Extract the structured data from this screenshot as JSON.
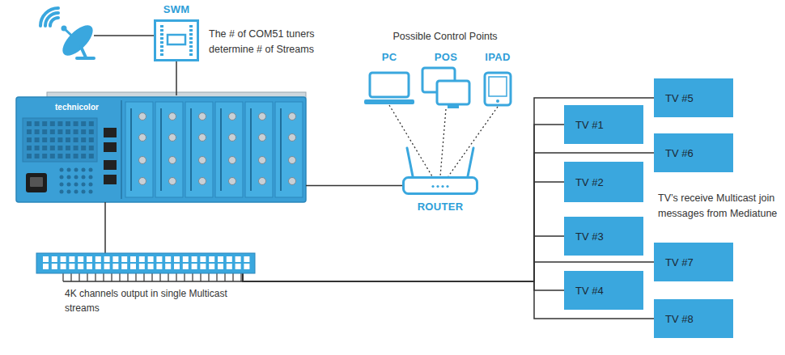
{
  "diagram": {
    "nodes": [
      {
        "text": [
          "SWM"
        ]
      },
      {
        "text": [
          "PC"
        ]
      },
      {
        "text": [
          "POS"
        ]
      },
      {
        "text": [
          "IPAD"
        ]
      },
      {
        "text": [
          "technicolor"
        ]
      },
      {
        "text": [
          "ROUTER"
        ]
      },
      {
        "text": [
          "4K channels output in single Multicast streams"
        ]
      },
      {
        "text": [
          "TV #1"
        ]
      },
      {
        "text": [
          "TV #2"
        ]
      },
      {
        "text": [
          "TV #3"
        ]
      },
      {
        "text": [
          "TV #4"
        ]
      },
      {
        "text": [
          "TV #5"
        ]
      },
      {
        "text": [
          "TV #6"
        ]
      },
      {
        "text": [
          "TV #7"
        ]
      },
      {
        "text": [
          "TV #8"
        ]
      }
    ],
    "edges": [
      {
        "from": 0,
        "to": 4,
        "arrow": "none"
      },
      {
        "from": 1,
        "to": 5,
        "arrow": "none"
      },
      {
        "from": 2,
        "to": 5,
        "arrow": "none"
      },
      {
        "from": 3,
        "to": 5,
        "arrow": "none"
      },
      {
        "from": 4,
        "to": 5,
        "arrow": "none"
      },
      {
        "from": 4,
        "to": 6,
        "arrow": "none"
      },
      {
        "from": 6,
        "to": 7,
        "arrow": "none"
      },
      {
        "from": 6,
        "to": 8,
        "arrow": "none"
      },
      {
        "from": 6,
        "to": 9,
        "arrow": "none"
      },
      {
        "from": 6,
        "to": 10,
        "arrow": "none"
      },
      {
        "from": 6,
        "to": 11,
        "arrow": "none"
      },
      {
        "from": 6,
        "to": 12,
        "arrow": "none"
      },
      {
        "from": 6,
        "to": 13,
        "arrow": "none"
      },
      {
        "from": 6,
        "to": 14,
        "arrow": "none"
      }
    ],
    "labels": [
      "The # of COM51 tuners determine # of Streams",
      "Possible Control Points",
      "TV’s receive Multicast join messages from Mediatune"
    ]
  }
}
